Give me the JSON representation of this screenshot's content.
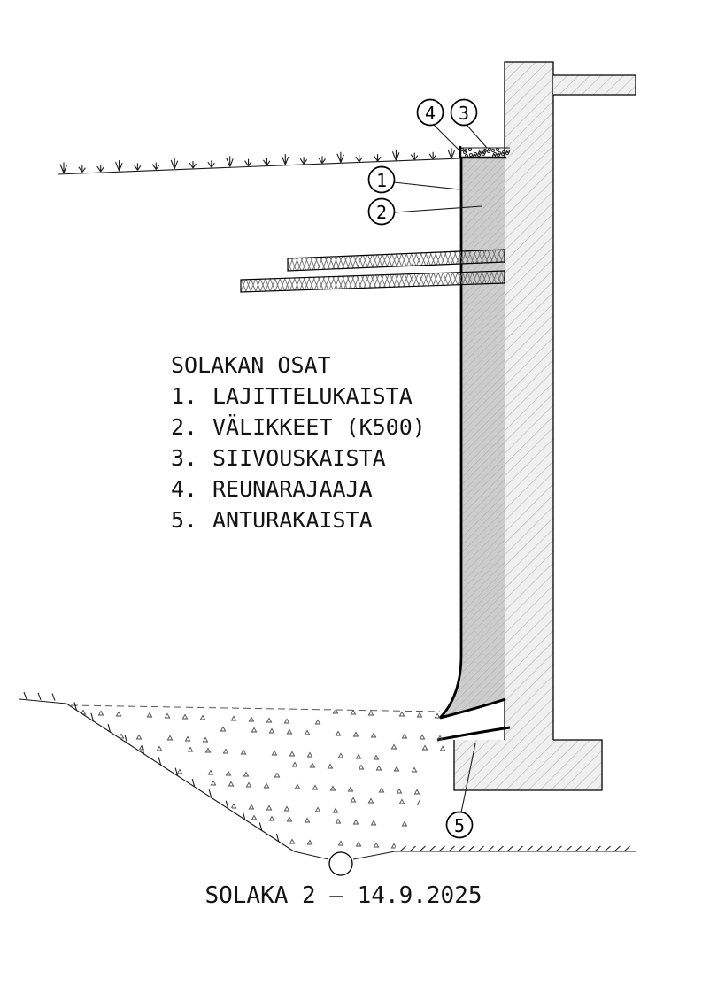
{
  "legend": {
    "heading": "SOLAKAN OSAT",
    "items": [
      {
        "num": "1.",
        "label": "LAJITTELUKAISTA"
      },
      {
        "num": "2.",
        "label": "VÄLIKKEET (K500)"
      },
      {
        "num": "3.",
        "label": "SIIVOUSKAISTA"
      },
      {
        "num": "4.",
        "label": "REUNARAJAAJA"
      },
      {
        "num": "5.",
        "label": "ANTURAKAISTA"
      }
    ]
  },
  "callouts": [
    "1",
    "2",
    "3",
    "4",
    "5"
  ],
  "caption": "SOLAKA 2 – 14.9.2025",
  "colors": {
    "line": "#000000",
    "wall_fill": "#f0f0f0",
    "wall_hatch": "#c3c3c3",
    "strip_fill": "#cdcdcd",
    "strip_hatch": "#b2b2b2"
  }
}
